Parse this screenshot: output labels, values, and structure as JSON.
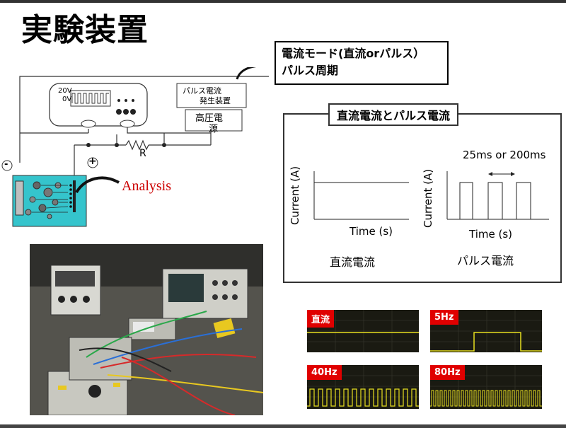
{
  "slide": {
    "title": "実験装置"
  },
  "circuit": {
    "voltage_high": "20V",
    "voltage_low": "0V",
    "pulse_gen_line1": "パルス電流",
    "pulse_gen_line2": "発生装置",
    "power_line1": "高圧電",
    "power_line2": "源",
    "resistor": "R",
    "minus": "-",
    "plus": "+",
    "analysis": "Analysis"
  },
  "mode_box": {
    "line1": "電流モード(直流orパルス）",
    "line2": "パルス周期"
  },
  "pulse_panel": {
    "title": "直流電流とパルス電流",
    "period_label": "25ms or 200ms",
    "dc": {
      "ylabel": "Current (A)",
      "xlabel": "Time (s)",
      "caption": "直流電流"
    },
    "pulse": {
      "ylabel": "Current (A)",
      "xlabel": "Time (s)",
      "caption": "パルス電流"
    }
  },
  "oscilloscopes": [
    {
      "label": "直流"
    },
    {
      "label": "5Hz"
    },
    {
      "label": "40Hz"
    },
    {
      "label": "80Hz"
    }
  ],
  "colors": {
    "tank": "#35c4cc",
    "osc_label": "#e00000",
    "osc_trace": "#e8e020",
    "analysis_text": "#cc0000"
  }
}
